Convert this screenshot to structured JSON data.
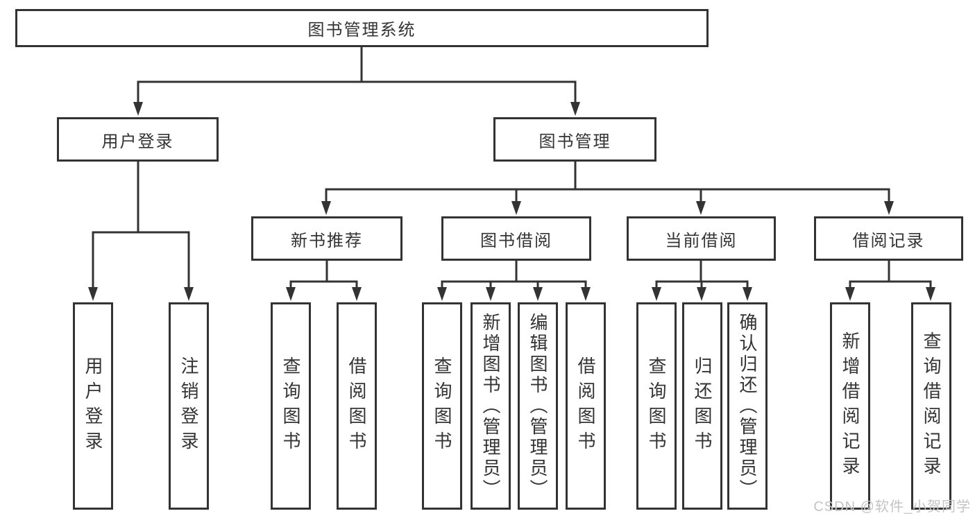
{
  "colors": {
    "line": "#333333",
    "text": "#333333",
    "box-bg": "#ffffff",
    "watermark": "#c4c4c4",
    "page-bg": "#ffffff"
  },
  "tree": {
    "root": {
      "label": "图书管理系统",
      "children": [
        {
          "label": "用户登录",
          "children": [
            {
              "label": "用户登录"
            },
            {
              "label": "注销登录"
            }
          ]
        },
        {
          "label": "图书管理",
          "children": [
            {
              "label": "新书推荐",
              "children": [
                {
                  "label": "查询图书"
                },
                {
                  "label": "借阅图书"
                }
              ]
            },
            {
              "label": "图书借阅",
              "children": [
                {
                  "label": "查询图书"
                },
                {
                  "label": "新增图书（管理员）"
                },
                {
                  "label": "编辑图书（管理员）"
                },
                {
                  "label": "借阅图书"
                }
              ]
            },
            {
              "label": "当前借阅",
              "children": [
                {
                  "label": "查询图书"
                },
                {
                  "label": "归还图书"
                },
                {
                  "label": "确认归还（管理员）"
                }
              ]
            },
            {
              "label": "借阅记录",
              "children": [
                {
                  "label": "新增借阅记录"
                },
                {
                  "label": "查询借阅记录"
                }
              ]
            }
          ]
        }
      ]
    }
  },
  "watermark": {
    "text": "CSDN @软件_小贺同学"
  }
}
